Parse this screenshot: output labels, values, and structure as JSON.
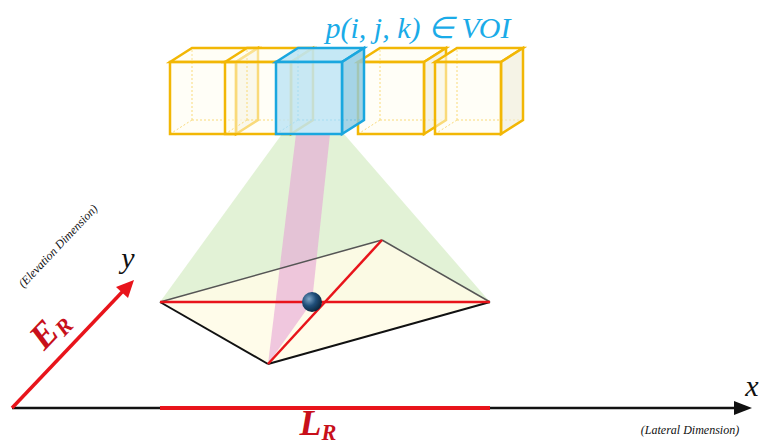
{
  "diagram": {
    "title": "p(i, j, k) ∈ VOI",
    "labels": [
      "y",
      "(Elevation Dimension)",
      "ER",
      "LR",
      "x",
      "(Lateral Dimension)"
    ]
  }
}
